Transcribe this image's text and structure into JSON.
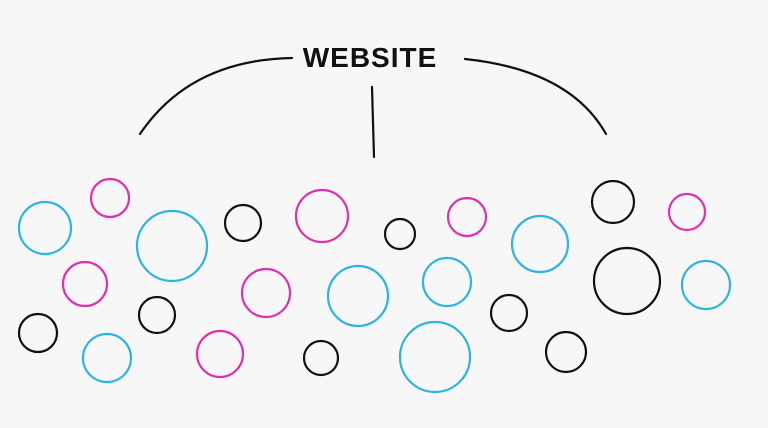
{
  "title": "WEBSITE",
  "colors": {
    "background": "#f7f7f7",
    "line": "#111111",
    "blue": "#2eb4e0",
    "pink": "#e02fb0",
    "black": "#111111"
  },
  "circles": [
    {
      "color": "blue"
    },
    {
      "color": "pink"
    },
    {
      "color": "blue"
    },
    {
      "color": "black"
    },
    {
      "color": "pink"
    },
    {
      "color": "black"
    },
    {
      "color": "pink"
    },
    {
      "color": "blue"
    },
    {
      "color": "black"
    },
    {
      "color": "pink"
    },
    {
      "color": "pink"
    },
    {
      "color": "black"
    },
    {
      "color": "pink"
    },
    {
      "color": "blue"
    },
    {
      "color": "black"
    },
    {
      "color": "blue"
    },
    {
      "color": "black"
    },
    {
      "color": "blue"
    },
    {
      "color": "black"
    },
    {
      "color": "blue"
    },
    {
      "color": "pink"
    },
    {
      "color": "black"
    },
    {
      "color": "blue"
    },
    {
      "color": "black"
    }
  ]
}
